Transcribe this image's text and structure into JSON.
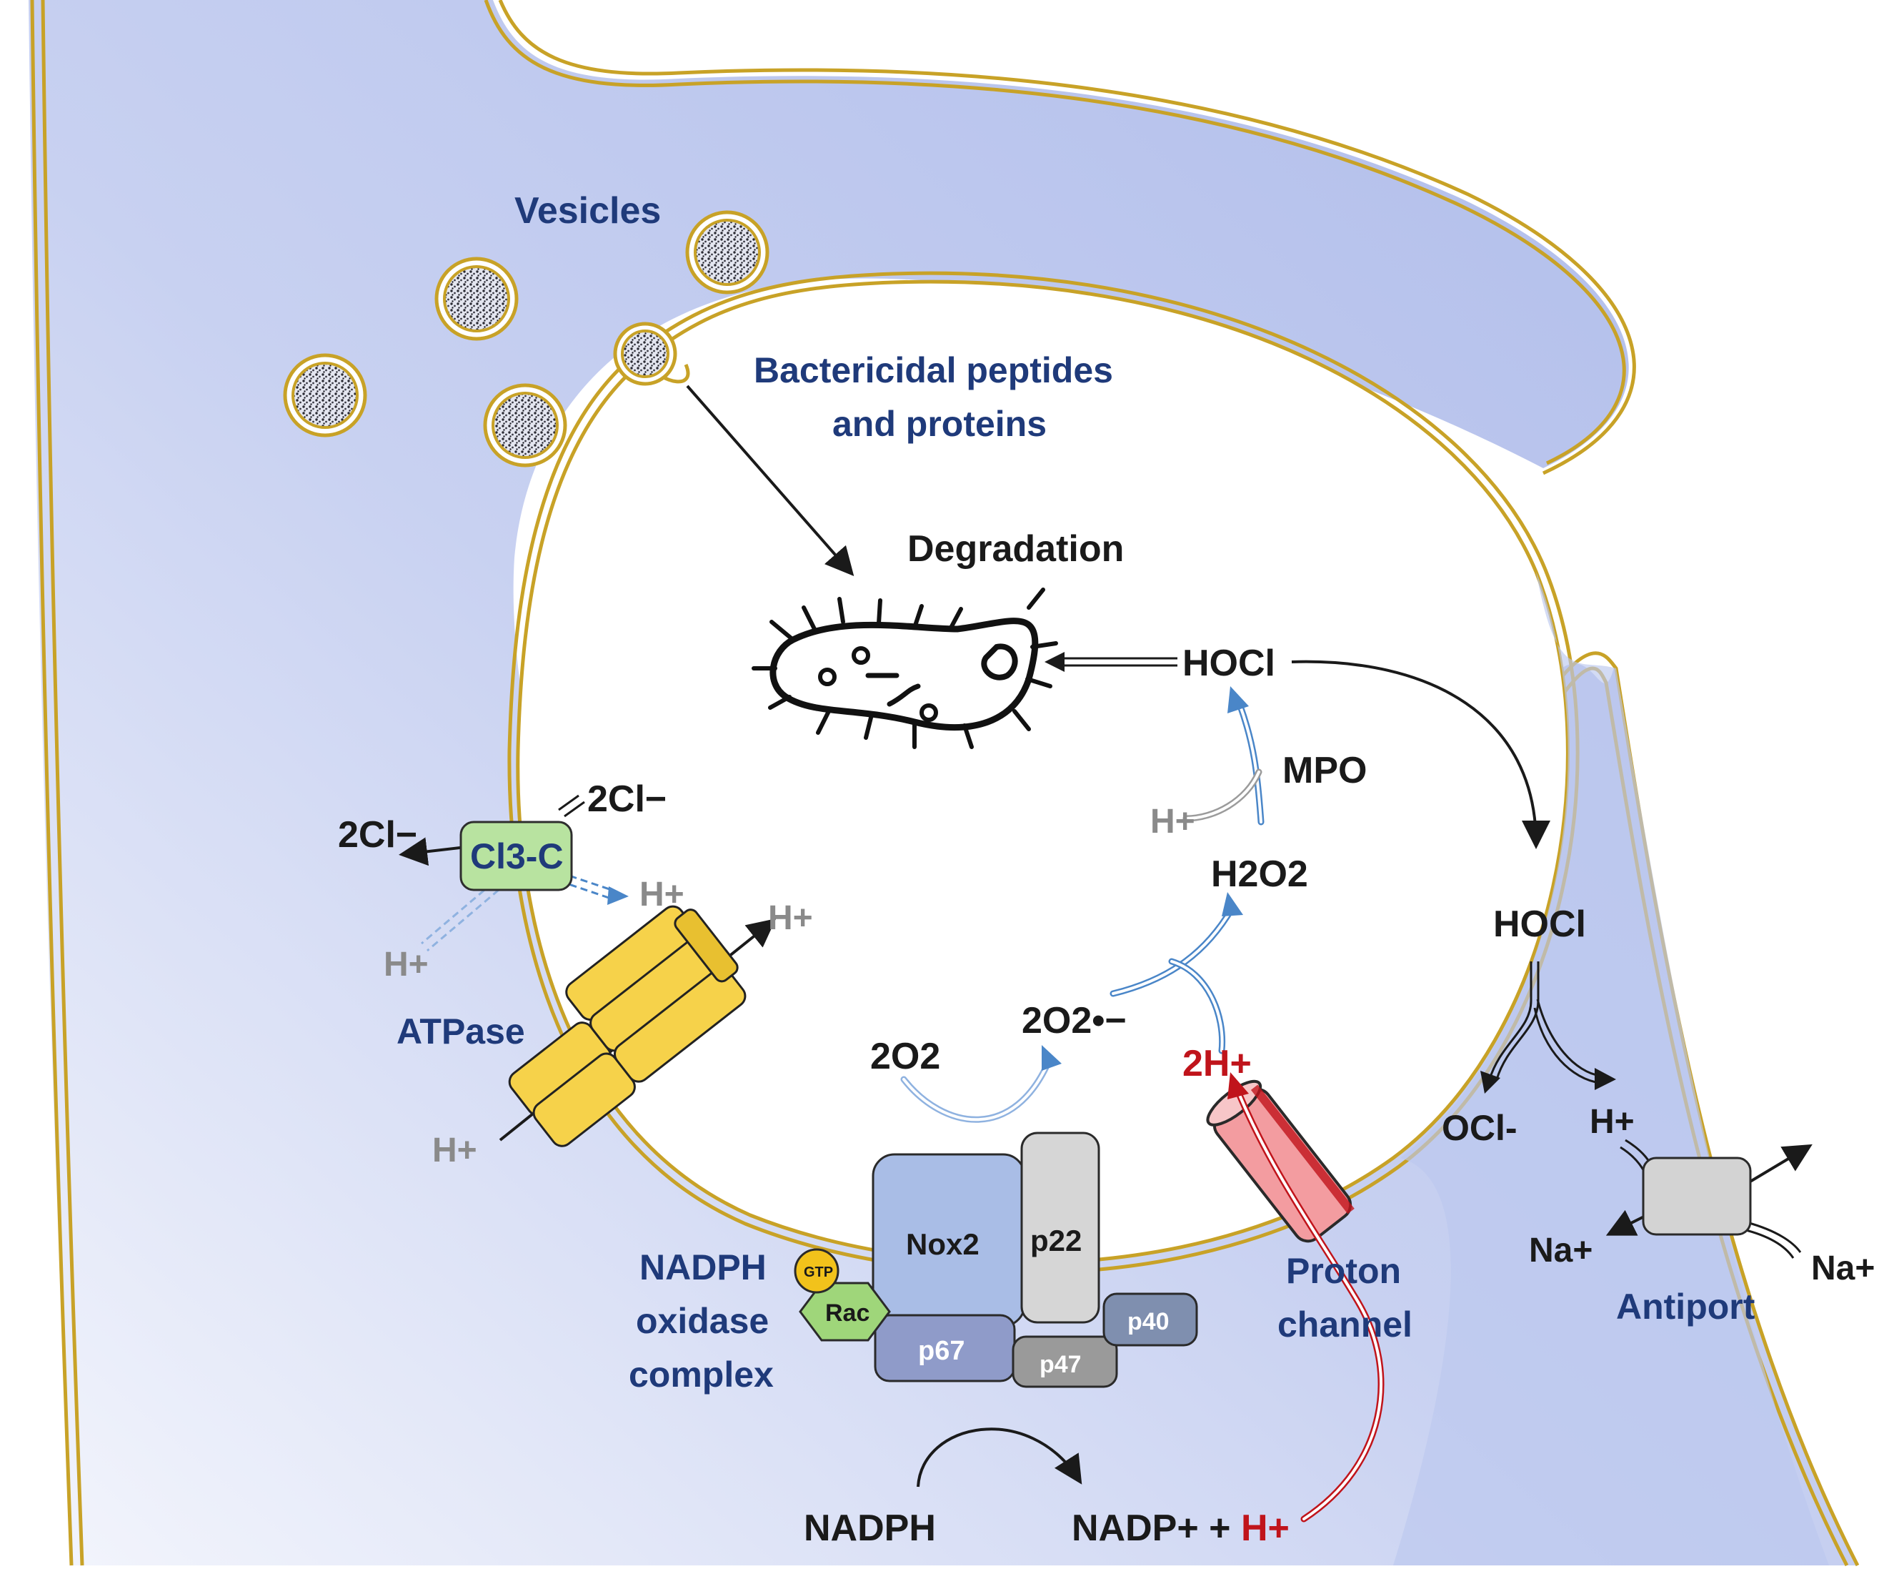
{
  "labels": {
    "vesicles": "Vesicles",
    "bactericidal_1": "Bactericidal peptides",
    "bactericidal_2": "and proteins",
    "degradation": "Degradation",
    "hocl_phagosome": "HOCl",
    "mpo": "MPO",
    "h_plus_mpo": "H+",
    "h2o2": "H2O2",
    "two_cl_top": "2Cl−",
    "two_cl_left": "2Cl−",
    "clc": "Cl3-C",
    "h_plus_clc_out": "H+",
    "h_plus_clc_in": "H+",
    "h_plus_atpase_out": "H+",
    "atpase": "ATPase",
    "h_plus_atpase_in": "H+",
    "two_o2": "2O2",
    "superoxide": "2O2•−",
    "two_h_plus": "2H+",
    "hocl_cytosol": "HOCl",
    "ocl": "OCl-",
    "h_plus_antiport": "H+",
    "na_left": "Na+",
    "na_right": "Na+",
    "antiport": "Antiport",
    "proton_channel_1": "Proton",
    "proton_channel_2": "channel",
    "nadph_oxidase_1": "NADPH",
    "nadph_oxidase_2": "oxidase",
    "nadph_oxidase_3": "complex",
    "gtp": "GTP",
    "rac": "Rac",
    "nox2": "Nox2",
    "p22": "p22",
    "p67": "p67",
    "p47": "p47",
    "p40": "p40",
    "nadph": "NADPH",
    "nadp": "NADP+ + ",
    "h_plus_nadp": "H+"
  },
  "colors": {
    "cytoplasm": "#b3c0ec",
    "membrane": "#c8a227",
    "label_navy": "#1f3a7a",
    "proton_red": "#c0141b",
    "arrow_blue": "#4a86c8",
    "nox2_fill": "#a9bde6",
    "p67_fill": "#8f9bc9",
    "p22_fill": "#d6d6d6",
    "p47_fill": "#9a9a9a",
    "p40_fill": "#7f8faf",
    "rac_fill": "#9fd67a",
    "gtp_fill": "#f2c21b",
    "clc_fill": "#b8e3a0",
    "atpase_fill": "#f6d24a",
    "channel_fill": "#f39ca0",
    "antiport_fill": "#d3d3d3"
  }
}
